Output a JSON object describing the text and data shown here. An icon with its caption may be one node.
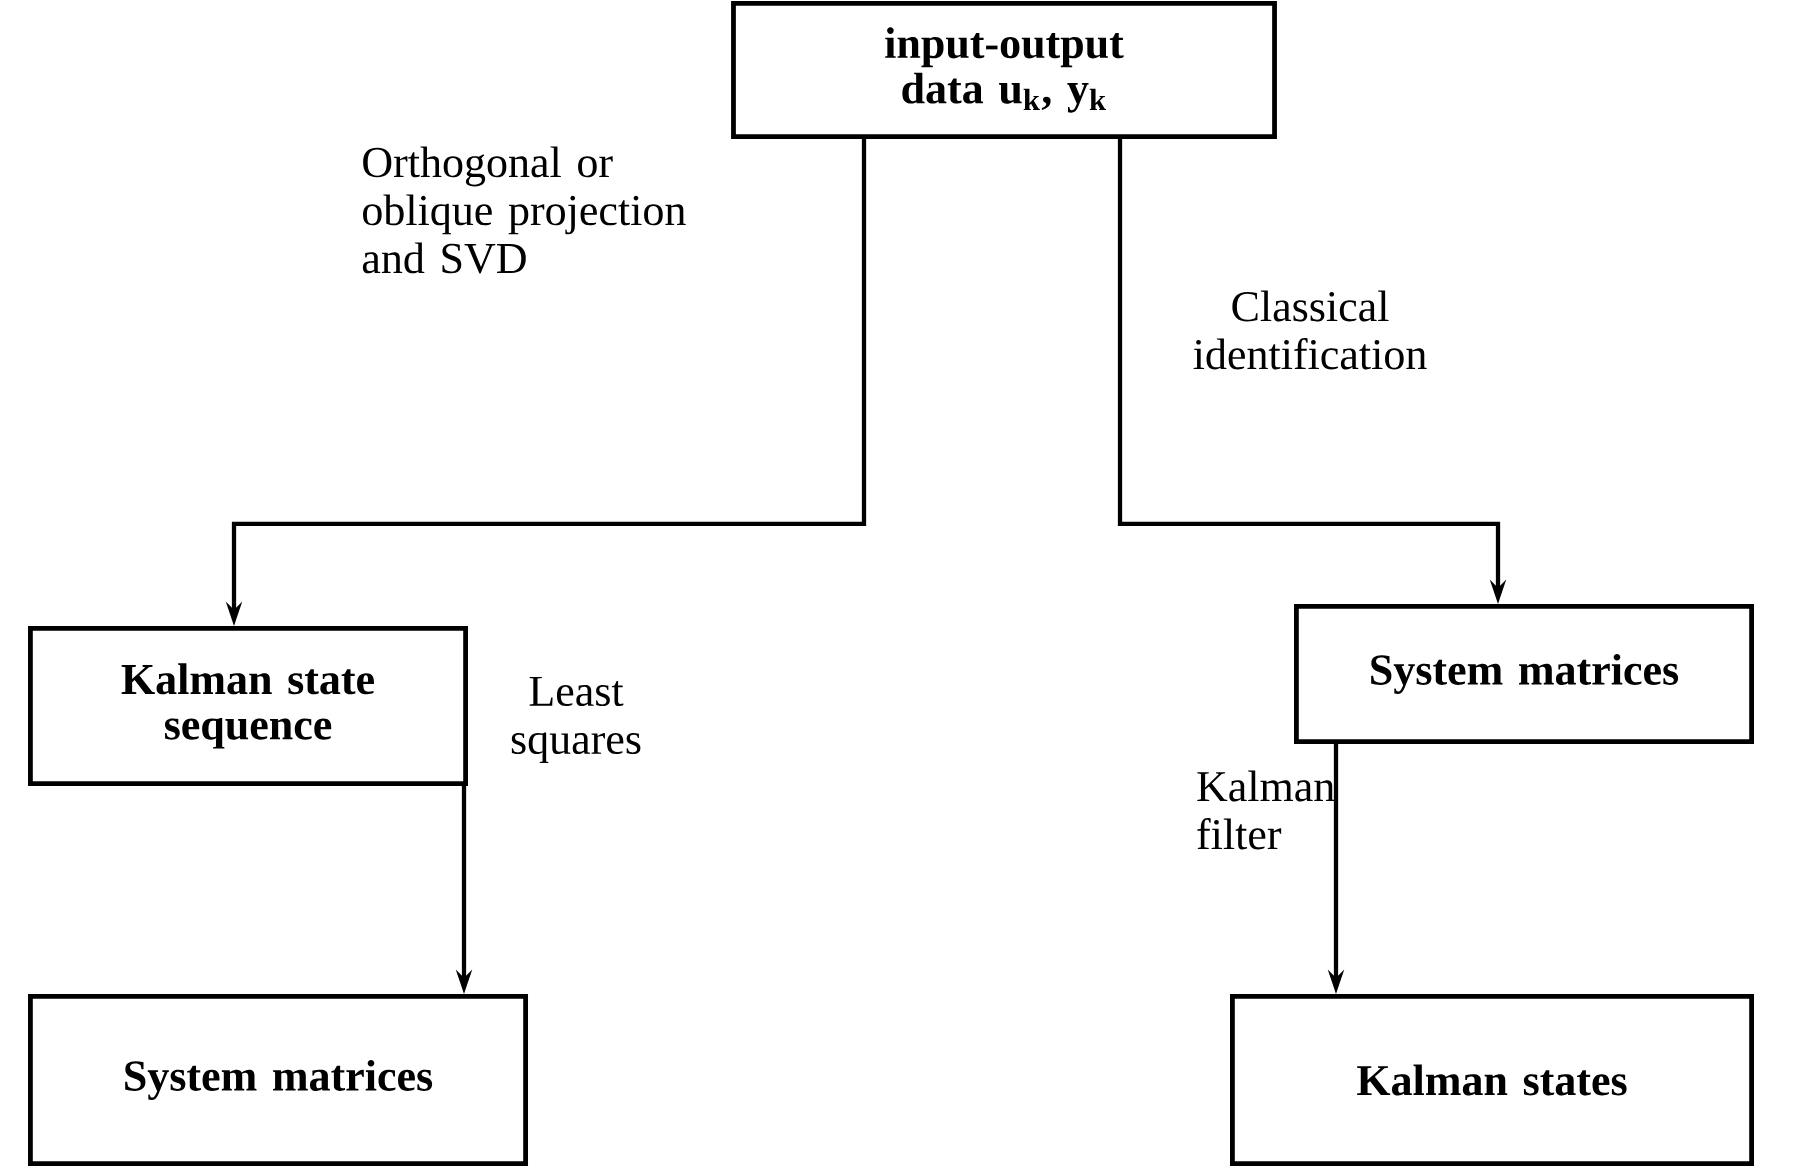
{
  "diagram": {
    "nodes": [
      {
        "text": [
          "input-output data u$_{k}$, y$_{k}$"
        ]
      },
      {
        "text": [
          "Kalman state sequence"
        ]
      },
      {
        "text": [
          "System matrices"
        ]
      },
      {
        "text": [
          "System matrices"
        ]
      },
      {
        "text": [
          "Kalman states"
        ]
      }
    ],
    "edges": [
      {
        "from": 0,
        "to": 1,
        "arrow": "to",
        "label": "Orthogonal or oblique projection and SVD"
      },
      {
        "from": 0,
        "to": 2,
        "arrow": "to",
        "label": "Classical identification"
      },
      {
        "from": 1,
        "to": 3,
        "arrow": "to",
        "label": "Least squares"
      },
      {
        "from": 2,
        "to": 4,
        "arrow": "to",
        "label": "Kalman filter"
      }
    ]
  }
}
